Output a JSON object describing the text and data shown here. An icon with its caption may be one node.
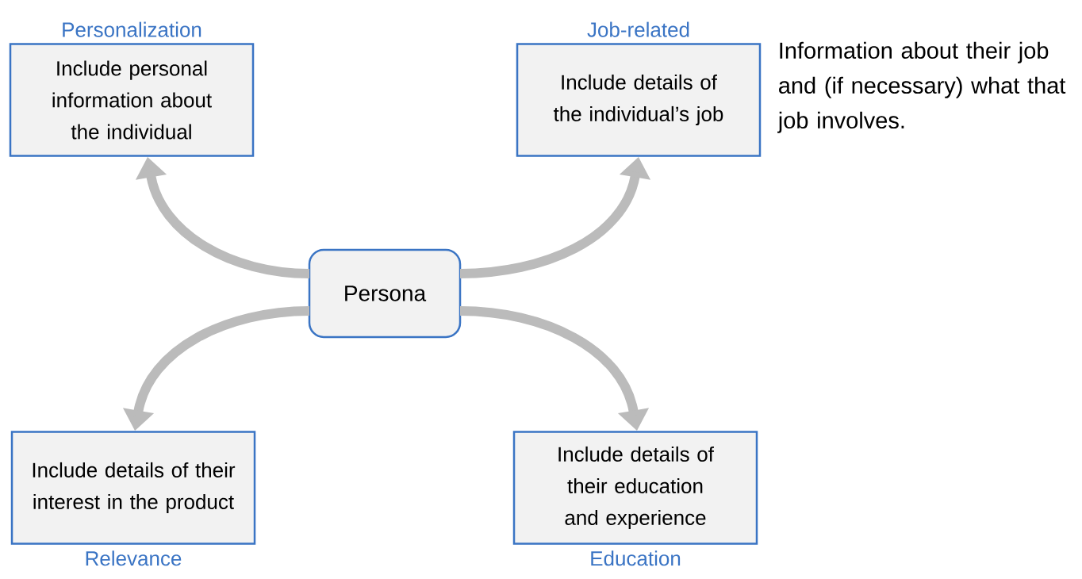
{
  "diagram": {
    "nodes": [
      {
        "text": [
          "Persona"
        ]
      },
      {
        "text": [
          "Personalization",
          "Include personal information about the individual"
        ]
      },
      {
        "text": [
          "Job-related",
          "Include details of the individual’s job"
        ],
        "beside": [
          "Information about their job and (if necessary) what that job involves."
        ]
      },
      {
        "text": [
          "Include details of their interest in the product",
          "Relevance"
        ]
      },
      {
        "text": [
          "Include details of their education and experience",
          "Education"
        ]
      }
    ],
    "edges": [
      {
        "from": 0,
        "to": 1,
        "arrow": "to"
      },
      {
        "from": 0,
        "to": 2,
        "arrow": "to"
      },
      {
        "from": 0,
        "to": 3,
        "arrow": "to"
      },
      {
        "from": 0,
        "to": 4,
        "arrow": "to"
      }
    ]
  }
}
